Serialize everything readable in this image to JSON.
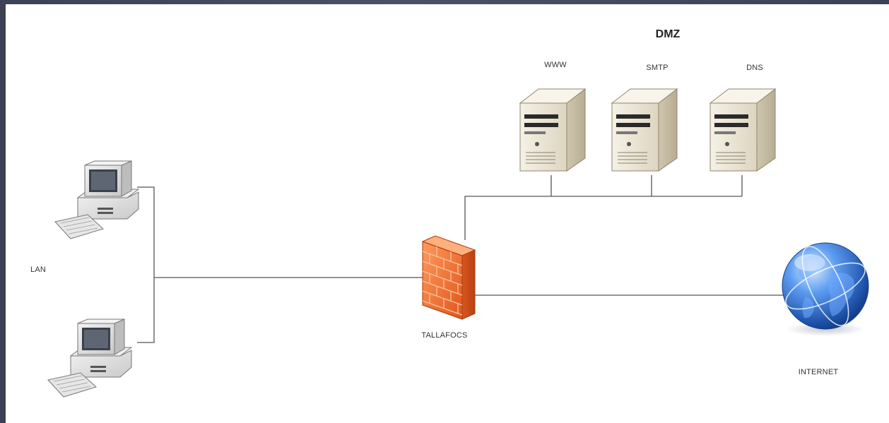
{
  "diagram": {
    "title": "DMZ",
    "servers": [
      {
        "label": "WWW",
        "icon": "server-tower-icon"
      },
      {
        "label": "SMTP",
        "icon": "server-tower-icon"
      },
      {
        "label": "DNS",
        "icon": "server-tower-icon"
      }
    ],
    "lan_label": "LAN",
    "firewall_label": "TALLAFOCS",
    "internet_label": "INTERNET",
    "icons": {
      "workstation": "desktop-computer-icon",
      "firewall": "brick-firewall-icon",
      "internet": "globe-icon"
    },
    "colors": {
      "firewall": "#f07a3a",
      "globe": "#2f6fd0",
      "server": "#e9e3d3",
      "frame": "#2e3448"
    }
  }
}
